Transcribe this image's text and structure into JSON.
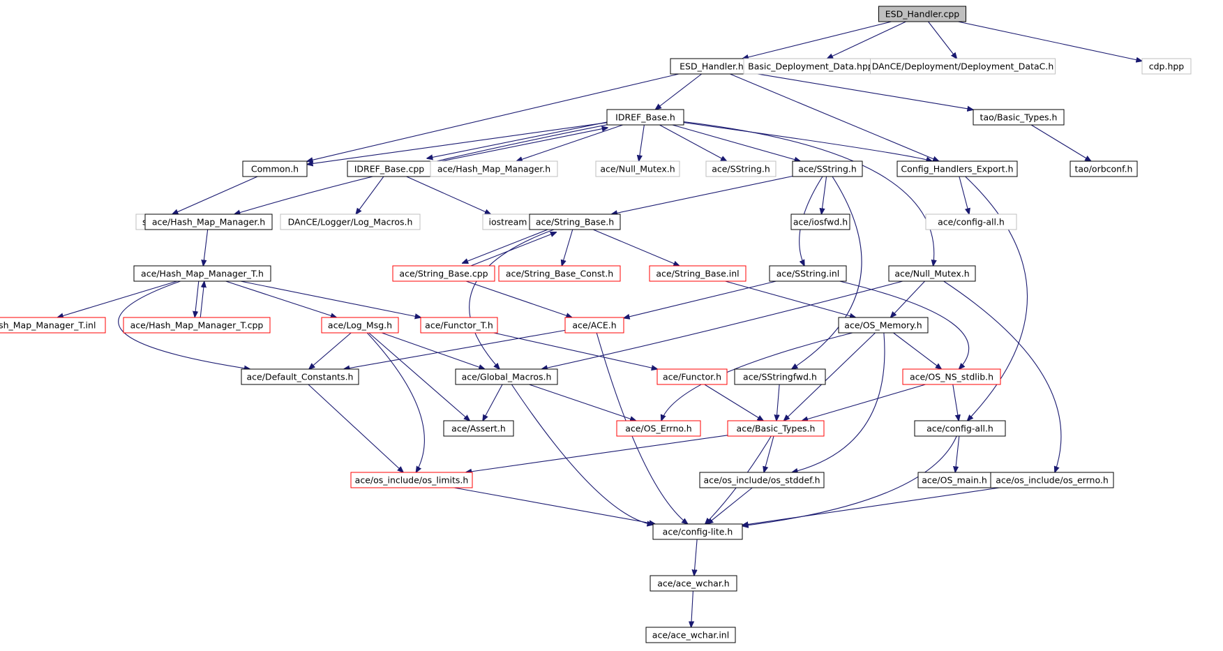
{
  "colors": {
    "edge": "#191970",
    "border_normal": "#000000",
    "border_truncated": "#ff0000",
    "border_external": "#bfbfbf",
    "root_fill": "#bfbfbf",
    "node_fill": "#ffffff"
  },
  "nodes": [
    {
      "id": "esd_handler_cpp",
      "label": "ESD_Handler.cpp",
      "kind": "root"
    },
    {
      "id": "esd_handler_h",
      "label": "ESD_Handler.h",
      "kind": "normal"
    },
    {
      "id": "basic_deployment_data_hpp",
      "label": "Basic_Deployment_Data.hpp",
      "kind": "external"
    },
    {
      "id": "deployment_datac_h",
      "label": "DAnCE/Deployment/Deployment_DataC.h",
      "kind": "external"
    },
    {
      "id": "cdp_hpp",
      "label": "cdp.hpp",
      "kind": "external"
    },
    {
      "id": "idref_base_h",
      "label": "IDREF_Base.h",
      "kind": "normal"
    },
    {
      "id": "tao_basic_types_h",
      "label": "tao/Basic_Types.h",
      "kind": "normal"
    },
    {
      "id": "common_h",
      "label": "Common.h",
      "kind": "normal"
    },
    {
      "id": "idref_base_cpp",
      "label": "IDREF_Base.cpp",
      "kind": "normal"
    },
    {
      "id": "ace_hash_map_manager_h_ext",
      "label": "ace/Hash_Map_Manager.h",
      "kind": "external"
    },
    {
      "id": "ace_null_mutex_h_ext",
      "label": "ace/Null_Mutex.h",
      "kind": "external"
    },
    {
      "id": "ace_sstring_h_ext",
      "label": "ace/SString.h",
      "kind": "external"
    },
    {
      "id": "ace_sstring_h",
      "label": "ace/SString.h",
      "kind": "normal"
    },
    {
      "id": "config_handlers_export_h",
      "label": "Config_Handlers_Export.h",
      "kind": "normal"
    },
    {
      "id": "tao_orbconf_h",
      "label": "tao/orbconf.h",
      "kind": "normal"
    },
    {
      "id": "string",
      "label": "string",
      "kind": "external"
    },
    {
      "id": "ace_hash_map_manager_h",
      "label": "ace/Hash_Map_Manager.h",
      "kind": "normal"
    },
    {
      "id": "log_macros_h",
      "label": "DAnCE/Logger/Log_Macros.h",
      "kind": "external"
    },
    {
      "id": "iostream",
      "label": "iostream",
      "kind": "external"
    },
    {
      "id": "ace_string_base_h",
      "label": "ace/String_Base.h",
      "kind": "normal"
    },
    {
      "id": "ace_iosfwd_h",
      "label": "ace/iosfwd.h",
      "kind": "normal"
    },
    {
      "id": "ace_config_all_h_ext",
      "label": "ace/config-all.h",
      "kind": "external"
    },
    {
      "id": "ace_hash_map_manager_t_h",
      "label": "ace/Hash_Map_Manager_T.h",
      "kind": "normal"
    },
    {
      "id": "ace_string_base_cpp",
      "label": "ace/String_Base.cpp",
      "kind": "truncated"
    },
    {
      "id": "ace_string_base_const_h",
      "label": "ace/String_Base_Const.h",
      "kind": "truncated"
    },
    {
      "id": "ace_string_base_inl",
      "label": "ace/String_Base.inl",
      "kind": "truncated"
    },
    {
      "id": "ace_sstring_inl",
      "label": "ace/SString.inl",
      "kind": "normal"
    },
    {
      "id": "ace_null_mutex_h",
      "label": "ace/Null_Mutex.h",
      "kind": "normal"
    },
    {
      "id": "ace_hash_map_manager_t_inl",
      "label": "ace/Hash_Map_Manager_T.inl",
      "kind": "truncated"
    },
    {
      "id": "ace_hash_map_manager_t_cpp",
      "label": "ace/Hash_Map_Manager_T.cpp",
      "kind": "truncated"
    },
    {
      "id": "ace_log_msg_h",
      "label": "ace/Log_Msg.h",
      "kind": "truncated"
    },
    {
      "id": "ace_functor_t_h",
      "label": "ace/Functor_T.h",
      "kind": "truncated"
    },
    {
      "id": "ace_ace_h",
      "label": "ace/ACE.h",
      "kind": "truncated"
    },
    {
      "id": "ace_os_memory_h",
      "label": "ace/OS_Memory.h",
      "kind": "normal"
    },
    {
      "id": "ace_default_constants_h",
      "label": "ace/Default_Constants.h",
      "kind": "normal"
    },
    {
      "id": "ace_global_macros_h",
      "label": "ace/Global_Macros.h",
      "kind": "normal"
    },
    {
      "id": "ace_functor_h",
      "label": "ace/Functor.h",
      "kind": "truncated"
    },
    {
      "id": "ace_sstringfwd_h",
      "label": "ace/SStringfwd.h",
      "kind": "normal"
    },
    {
      "id": "ace_os_ns_stdlib_h",
      "label": "ace/OS_NS_stdlib.h",
      "kind": "truncated"
    },
    {
      "id": "ace_assert_h",
      "label": "ace/Assert.h",
      "kind": "normal"
    },
    {
      "id": "ace_os_errno_h",
      "label": "ace/OS_Errno.h",
      "kind": "truncated"
    },
    {
      "id": "ace_basic_types_h",
      "label": "ace/Basic_Types.h",
      "kind": "truncated"
    },
    {
      "id": "ace_config_all_h",
      "label": "ace/config-all.h",
      "kind": "normal"
    },
    {
      "id": "os_limits_h",
      "label": "ace/os_include/os_limits.h",
      "kind": "truncated"
    },
    {
      "id": "os_stddef_h",
      "label": "ace/os_include/os_stddef.h",
      "kind": "normal"
    },
    {
      "id": "ace_os_main_h",
      "label": "ace/OS_main.h",
      "kind": "normal"
    },
    {
      "id": "os_errno_h",
      "label": "ace/os_include/os_errno.h",
      "kind": "normal"
    },
    {
      "id": "ace_config_lite_h",
      "label": "ace/config-lite.h",
      "kind": "normal"
    },
    {
      "id": "ace_ace_wchar_h",
      "label": "ace/ace_wchar.h",
      "kind": "normal"
    },
    {
      "id": "ace_ace_wchar_inl",
      "label": "ace/ace_wchar.inl",
      "kind": "normal"
    }
  ],
  "edges": [
    [
      "esd_handler_cpp",
      "esd_handler_h"
    ],
    [
      "esd_handler_cpp",
      "basic_deployment_data_hpp"
    ],
    [
      "esd_handler_cpp",
      "deployment_datac_h"
    ],
    [
      "esd_handler_cpp",
      "cdp_hpp"
    ],
    [
      "esd_handler_h",
      "idref_base_h"
    ],
    [
      "esd_handler_h",
      "common_h"
    ],
    [
      "esd_handler_h",
      "tao_basic_types_h"
    ],
    [
      "esd_handler_h",
      "config_handlers_export_h"
    ],
    [
      "tao_basic_types_h",
      "tao_orbconf_h"
    ],
    [
      "idref_base_h",
      "common_h"
    ],
    [
      "idref_base_h",
      "idref_base_cpp"
    ],
    [
      "idref_base_cpp",
      "idref_base_h"
    ],
    [
      "idref_base_h",
      "ace_hash_map_manager_h_ext"
    ],
    [
      "idref_base_h",
      "ace_null_mutex_h_ext"
    ],
    [
      "idref_base_h",
      "ace_sstring_h_ext"
    ],
    [
      "idref_base_h",
      "ace_sstring_h"
    ],
    [
      "idref_base_h",
      "config_handlers_export_h"
    ],
    [
      "idref_base_h",
      "ace_hash_map_manager_h"
    ],
    [
      "idref_base_h",
      "ace_null_mutex_h"
    ],
    [
      "common_h",
      "string"
    ],
    [
      "idref_base_cpp",
      "log_macros_h"
    ],
    [
      "idref_base_cpp",
      "iostream"
    ],
    [
      "ace_sstring_h",
      "ace_string_base_h"
    ],
    [
      "ace_sstring_h",
      "ace_iosfwd_h"
    ],
    [
      "ace_sstring_h",
      "ace_sstring_inl"
    ],
    [
      "ace_sstring_h",
      "ace_sstringfwd_h"
    ],
    [
      "config_handlers_export_h",
      "ace_config_all_h_ext"
    ],
    [
      "config_handlers_export_h",
      "ace_config_all_h"
    ],
    [
      "ace_hash_map_manager_h",
      "ace_hash_map_manager_t_h"
    ],
    [
      "ace_string_base_h",
      "ace_string_base_cpp"
    ],
    [
      "ace_string_base_cpp",
      "ace_string_base_h"
    ],
    [
      "ace_string_base_h",
      "ace_string_base_const_h"
    ],
    [
      "ace_string_base_h",
      "ace_string_base_inl"
    ],
    [
      "ace_string_base_h",
      "ace_global_macros_h"
    ],
    [
      "ace_string_base_cpp",
      "ace_ace_h"
    ],
    [
      "ace_string_base_inl",
      "ace_os_memory_h"
    ],
    [
      "ace_hash_map_manager_t_h",
      "ace_hash_map_manager_t_inl"
    ],
    [
      "ace_hash_map_manager_t_h",
      "ace_hash_map_manager_t_cpp"
    ],
    [
      "ace_hash_map_manager_t_cpp",
      "ace_hash_map_manager_t_h"
    ],
    [
      "ace_hash_map_manager_t_h",
      "ace_log_msg_h"
    ],
    [
      "ace_hash_map_manager_t_h",
      "ace_functor_t_h"
    ],
    [
      "ace_hash_map_manager_t_h",
      "ace_default_constants_h"
    ],
    [
      "ace_sstring_inl",
      "ace_ace_h"
    ],
    [
      "ace_sstring_inl",
      "ace_os_ns_stdlib_h"
    ],
    [
      "ace_null_mutex_h",
      "ace_os_memory_h"
    ],
    [
      "ace_null_mutex_h",
      "ace_global_macros_h"
    ],
    [
      "ace_null_mutex_h",
      "os_errno_h"
    ],
    [
      "ace_log_msg_h",
      "ace_default_constants_h"
    ],
    [
      "ace_log_msg_h",
      "ace_global_macros_h"
    ],
    [
      "ace_log_msg_h",
      "ace_assert_h"
    ],
    [
      "ace_log_msg_h",
      "os_limits_h"
    ],
    [
      "ace_functor_t_h",
      "ace_functor_h"
    ],
    [
      "ace_ace_h",
      "ace_default_constants_h"
    ],
    [
      "ace_ace_h",
      "ace_config_lite_h"
    ],
    [
      "ace_os_memory_h",
      "ace_os_errno_h"
    ],
    [
      "ace_os_memory_h",
      "ace_os_ns_stdlib_h"
    ],
    [
      "ace_os_memory_h",
      "ace_basic_types_h"
    ],
    [
      "ace_os_memory_h",
      "os_stddef_h"
    ],
    [
      "ace_default_constants_h",
      "os_limits_h"
    ],
    [
      "ace_global_macros_h",
      "ace_assert_h"
    ],
    [
      "ace_global_macros_h",
      "ace_os_errno_h"
    ],
    [
      "ace_global_macros_h",
      "ace_config_lite_h"
    ],
    [
      "ace_functor_h",
      "ace_basic_types_h"
    ],
    [
      "ace_sstringfwd_h",
      "ace_basic_types_h"
    ],
    [
      "ace_os_ns_stdlib_h",
      "ace_basic_types_h"
    ],
    [
      "ace_os_ns_stdlib_h",
      "ace_config_all_h"
    ],
    [
      "ace_basic_types_h",
      "os_limits_h"
    ],
    [
      "ace_basic_types_h",
      "os_stddef_h"
    ],
    [
      "ace_basic_types_h",
      "ace_config_lite_h"
    ],
    [
      "ace_config_all_h",
      "ace_os_main_h"
    ],
    [
      "ace_config_all_h",
      "ace_config_lite_h"
    ],
    [
      "os_limits_h",
      "ace_config_lite_h"
    ],
    [
      "os_stddef_h",
      "ace_config_lite_h"
    ],
    [
      "os_errno_h",
      "ace_config_lite_h"
    ],
    [
      "ace_config_lite_h",
      "ace_ace_wchar_h"
    ],
    [
      "ace_ace_wchar_h",
      "ace_ace_wchar_inl"
    ]
  ]
}
